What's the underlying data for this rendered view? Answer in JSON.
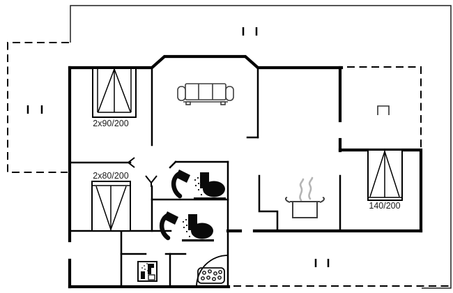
{
  "plan": {
    "background": "#ffffff",
    "colors": {
      "wall": "#000000",
      "site_line": "#1f1f1f",
      "icon_black": "#0a0a0a",
      "furniture": "#3d3d3d",
      "steam": "#b4b4b4",
      "text": "#1a1a1a"
    },
    "beds": {
      "top_left_label": "2x90/200",
      "bottom_left_label": "2x80/200",
      "right_label": "140/200"
    },
    "icons": [
      "double-bed-icon",
      "sofa-icon",
      "shower-icon",
      "toilet-icon",
      "cooking-pot-icon",
      "steam-icon",
      "shower-tray-icon",
      "washing-appliance-icon",
      "door-swing-icon",
      "chimney-icon"
    ]
  }
}
